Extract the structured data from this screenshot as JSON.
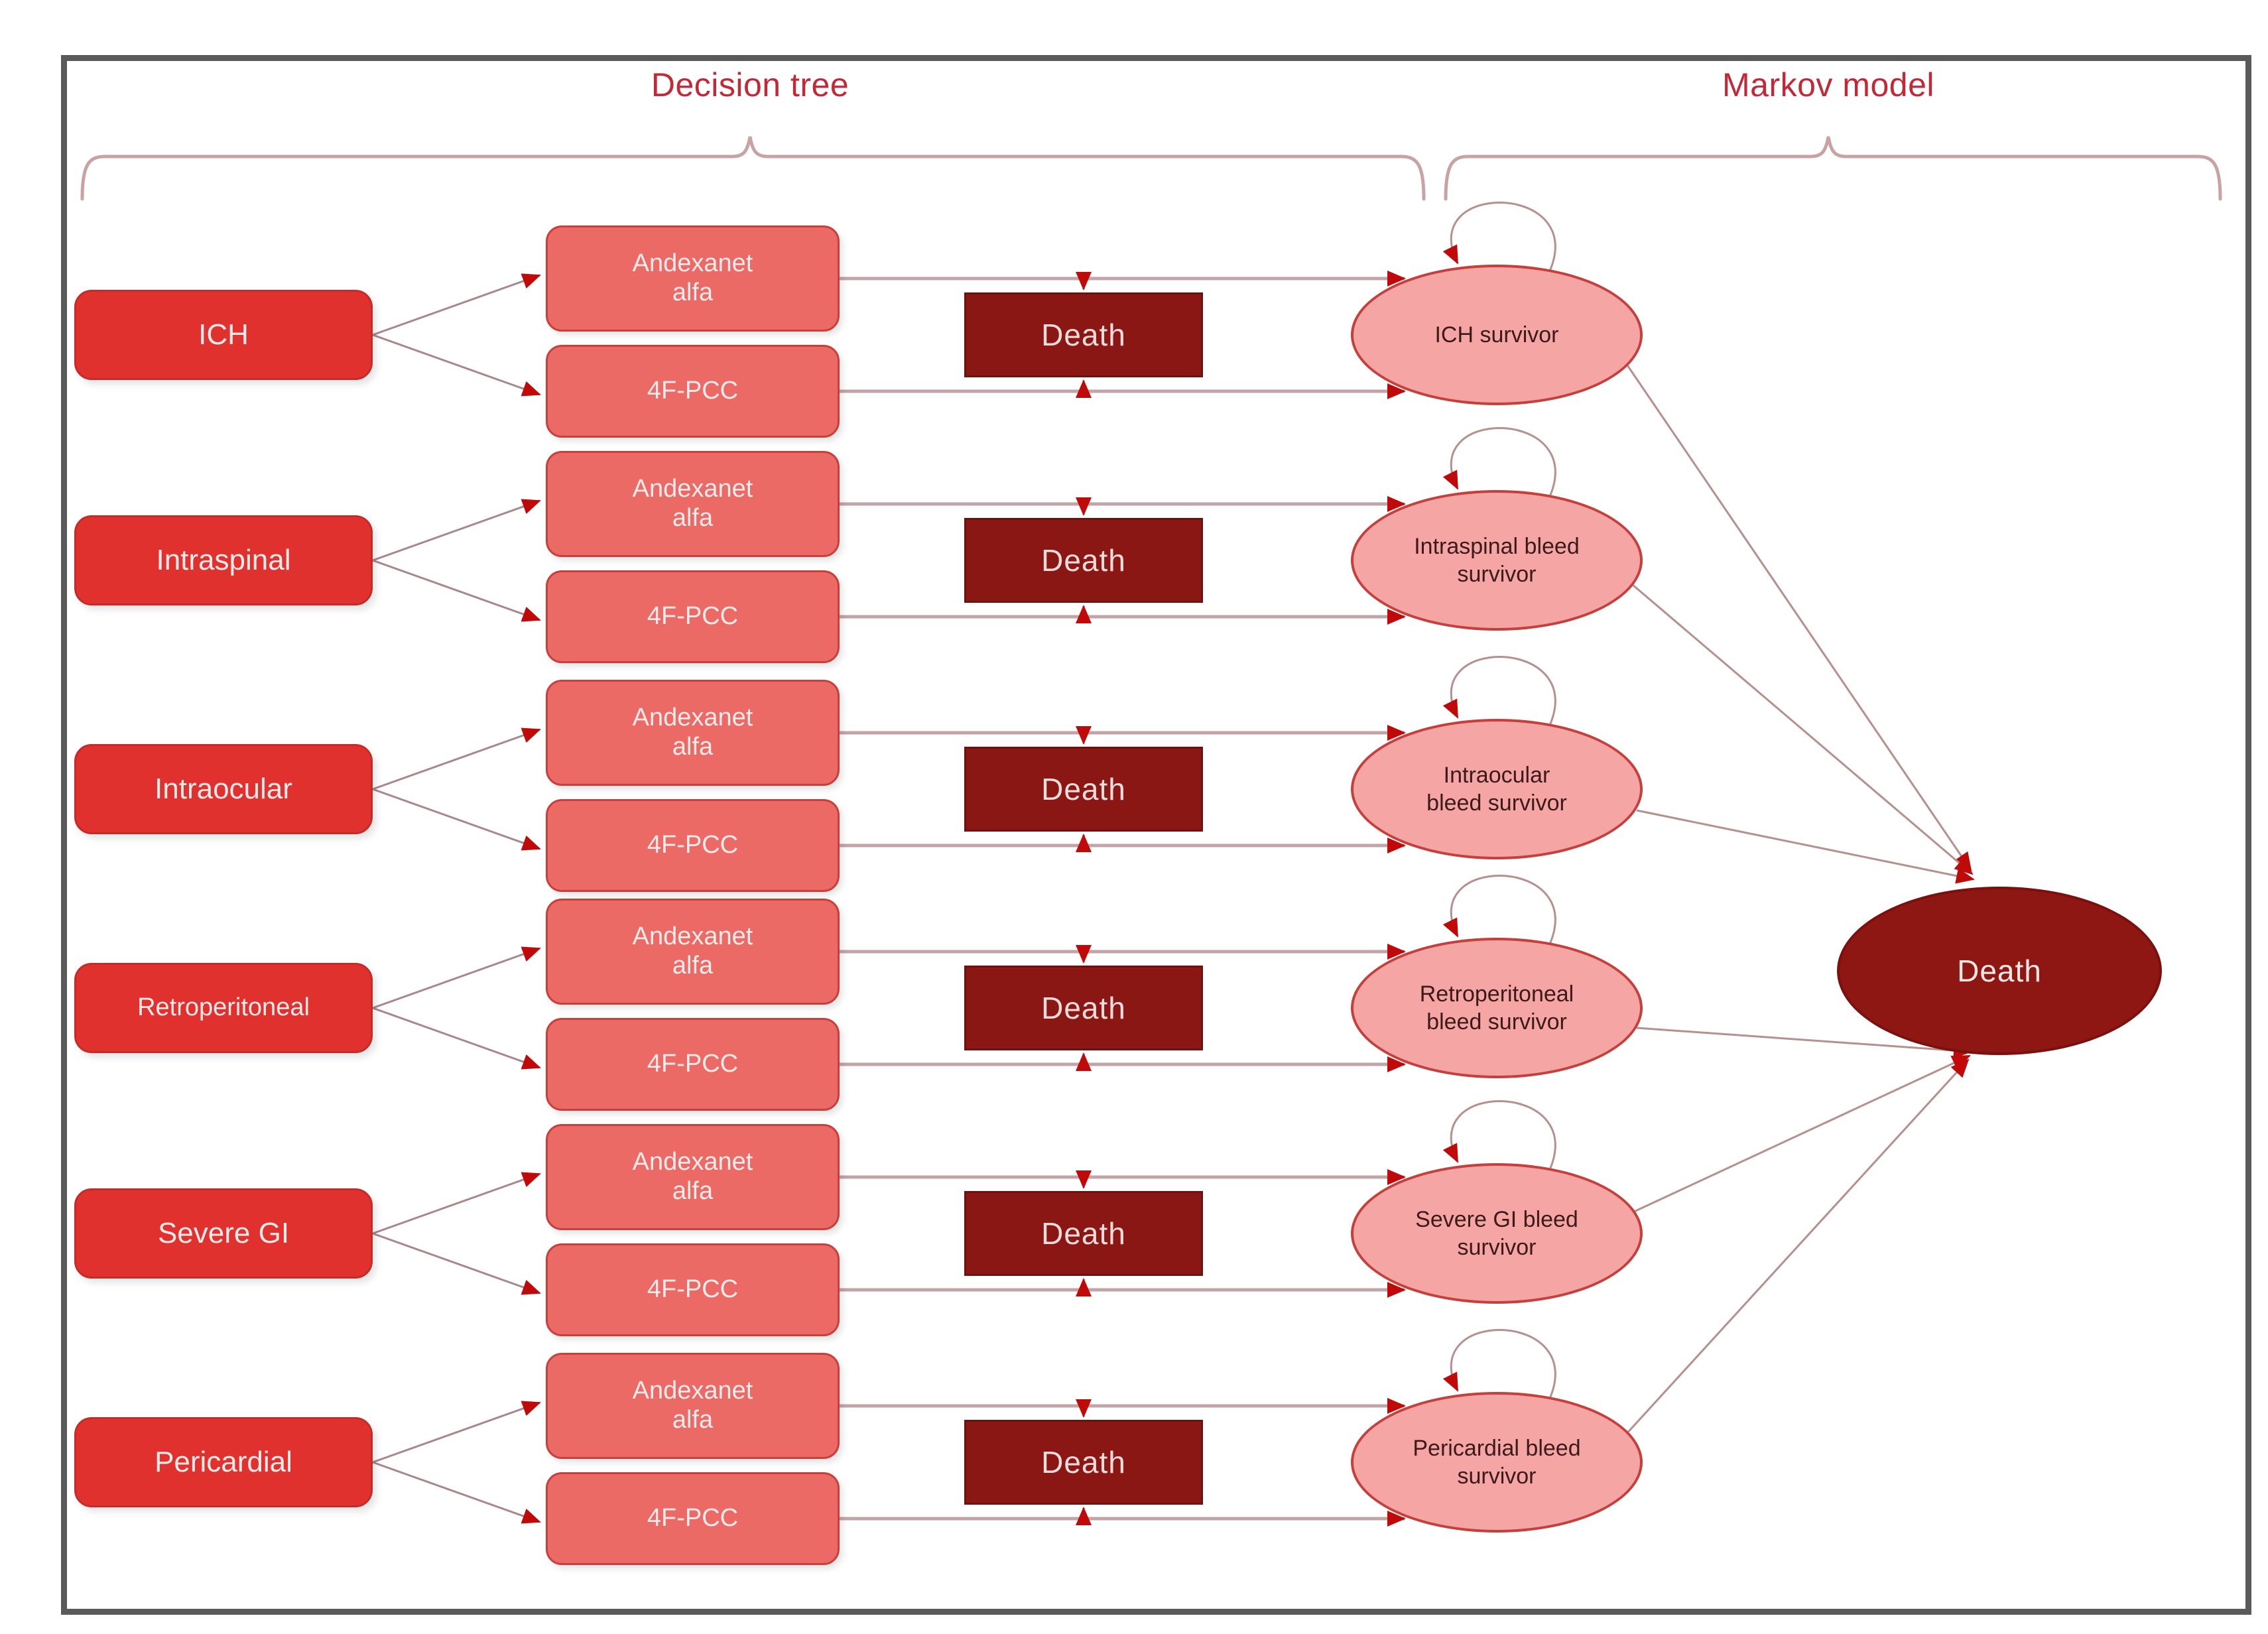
{
  "figure": {
    "type": "decision-tree-markov-model-diagram",
    "sections": {
      "decision_tree_label": "Decision tree",
      "markov_model_label": "Markov model"
    },
    "rows": [
      {
        "bleed": "ICH",
        "treatment_a": "Andexanet\nalfa",
        "treatment_b": "4F-PCC",
        "death": "Death",
        "survivor": "ICH survivor"
      },
      {
        "bleed": "Intraspinal",
        "treatment_a": "Andexanet\nalfa",
        "treatment_b": "4F-PCC",
        "death": "Death",
        "survivor": "Intraspinal bleed\nsurvivor"
      },
      {
        "bleed": "Intraocular",
        "treatment_a": "Andexanet\nalfa",
        "treatment_b": "4F-PCC",
        "death": "Death",
        "survivor": "Intraocular\nbleed survivor"
      },
      {
        "bleed": "Retroperitoneal",
        "treatment_a": "Andexanet\nalfa",
        "treatment_b": "4F-PCC",
        "death": "Death",
        "survivor": "Retroperitoneal\nbleed survivor"
      },
      {
        "bleed": "Severe GI",
        "treatment_a": "Andexanet\nalfa",
        "treatment_b": "4F-PCC",
        "death": "Death",
        "survivor": "Severe GI bleed\nsurvivor"
      },
      {
        "bleed": "Pericardial",
        "treatment_a": "Andexanet\nalfa",
        "treatment_b": "4F-PCC",
        "death": "Death",
        "survivor": "Pericardial bleed\nsurvivor"
      }
    ],
    "markov_death_label": "Death",
    "colors": {
      "bleed_node_fill": "#e0312e",
      "treatment_node_fill": "#eb6a66",
      "death_node_fill": "#8a1714",
      "survivor_node_fill": "#f5a5a4",
      "survivor_node_border": "#c5403c",
      "markov_death_fill": "#8e1713",
      "arrowhead_red": "#c00a0a",
      "connector_line": "#c2a4a6",
      "brace_line": "#c9a2a4",
      "section_title_red": "#c32837",
      "frame_border": "#5a5a5c"
    }
  }
}
